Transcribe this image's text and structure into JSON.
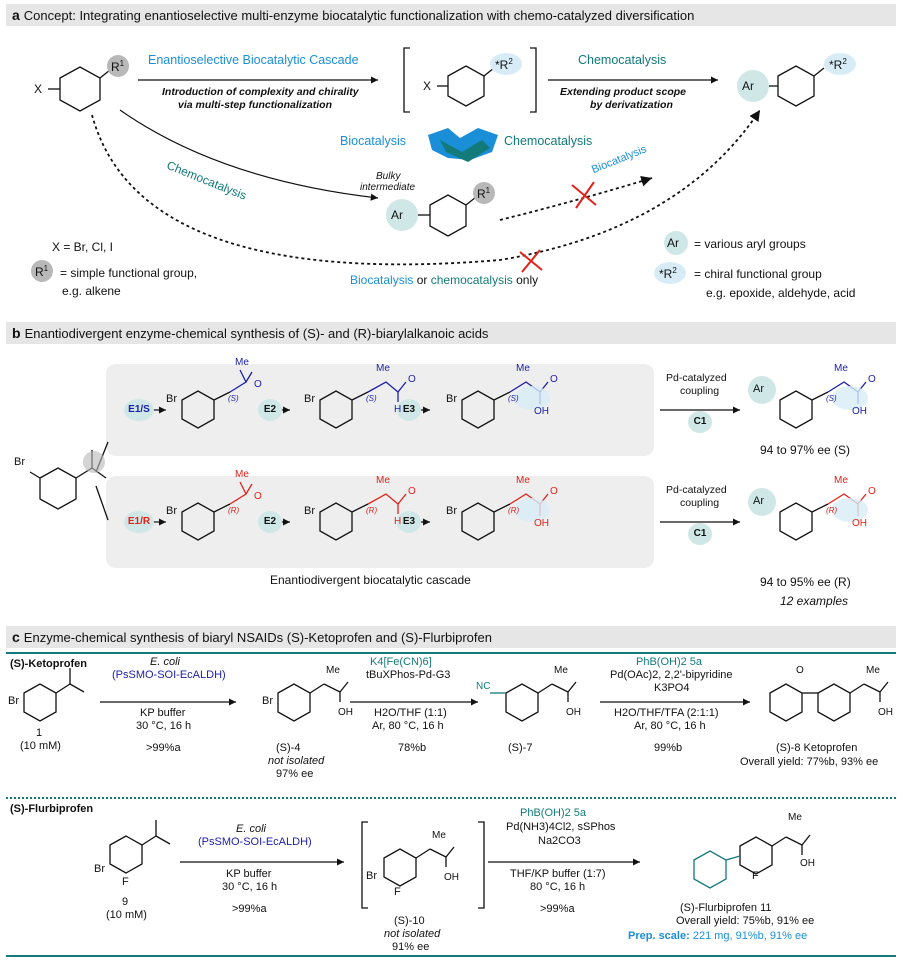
{
  "panel_a": {
    "label": "a",
    "title": "Concept: Integrating enantioselective multi-enzyme biocatalytic functionalization with chemo-catalyzed diversification",
    "cascade_title": "Enantioselective  Biocatalytic Cascade",
    "cascade_desc1": "Introduction of complexity and chirality",
    "cascade_desc2": "via multi-step functionalization",
    "chemocatalysis_top": "Chemocatalysis",
    "chemo_desc1": "Extending product scope",
    "chemo_desc2": "by derivatization",
    "biocatalysis_label": "Biocatalysis",
    "chemocatalysis_mid": "Chemocatalysis",
    "chemocatalysis_curve": "Chemocatalysis",
    "biocatalysis_crossed": "Biocatalysis",
    "bulky": "Bulky",
    "intermediate": "intermediate",
    "x_def": "X = Br, Cl, I",
    "r1_def": "= simple functional group,",
    "r1_eg": "e.g. alkene",
    "bio_or": "Biocatalysis",
    "or_word": "or",
    "chemo_only": "chemocatalysis",
    "only_word": "only",
    "ar_def": "= various aryl groups",
    "r2_def": "= chiral functional group",
    "r2_eg": "e.g. epoxide, aldehyde, acid",
    "X": "X",
    "R1": "R",
    "sup1": "1",
    "R2": "R",
    "sup2": "2",
    "Ar": "Ar",
    "star": "*"
  },
  "panel_b": {
    "label": "b",
    "title": "Enantiodivergent  enzyme-chemical synthesis of (S)- and (R)-biarylalkanoic acids",
    "e1s": "E1/S",
    "e1r": "E1/R",
    "e2": "E2",
    "e3": "E3",
    "c1": "C1",
    "pd_line1": "Pd-catalyzed",
    "pd_line2": "coupling",
    "ee_s": "94 to 97% ee (S)",
    "ee_r": "94 to 95% ee (R)",
    "examples": "12 examples",
    "cascade_caption": "Enantiodivergent biocatalytic cascade",
    "Me": "Me",
    "Br": "Br",
    "S": "(S)",
    "R": "(R)",
    "H": "H",
    "OH": "OH",
    "O": "O"
  },
  "panel_c": {
    "label": "c",
    "title": "Enzyme-chemical synthesis of biaryl NSAIDs (S)-Ketoprofen  and (S)-Flurbiprofen",
    "keto_header": "(S)-Ketoprofen",
    "flurbi_header": "(S)-Flurbiprofen",
    "ecoli": "E. coli",
    "enzyme": "(PsSMO-SOI-EcALDH)",
    "kp": "KP buffer",
    "cond": "30 °C, 16 h",
    "yield_a": ">99%a",
    "cmpd1": "1",
    "conc1": "(10 mM)",
    "cmpd4": "(S)-4",
    "not_isolated": "not isolated",
    "ee97": "97% ee",
    "cn_reagent": "K4[Fe(CN)6]",
    "cn_cat": "tBuXPhos-Pd-G3",
    "cn_solv": "H2O/THF (1:1)",
    "cn_cond": "Ar, 80 °C, 16 h",
    "cn_yield": "78%b",
    "cmpd7": "(S)-7",
    "phb": "PhB(OH)2 5a",
    "pd_cat1": "Pd(OAc)2, 2,2'-bipyridine",
    "base1": "K3PO4",
    "solv1": "H2O/THF/TFA (2:1:1)",
    "cond1": "Ar, 80 °C, 16 h",
    "yield_99b": "99%b",
    "keto_name": "(S)-8 Ketoprofen",
    "keto_overall": "Overall yield: 77%b, 93% ee",
    "cmpd9": "9",
    "conc9": "(10 mM)",
    "cmpd10": "(S)-10",
    "ee91": "91% ee",
    "pd_cat2": "Pd(NH3)4Cl2, sSPhos",
    "base2": "Na2CO3",
    "solv2": "THF/KP buffer (1:7)",
    "cond2": "80 °C, 16 h",
    "flurbi_name": "(S)-Flurbiprofen 11",
    "flurbi_overall": "Overall yield: 75%b, 91% ee",
    "prep_label": "Prep. scale:",
    "prep_value": "221 mg, 91%b, 91% ee",
    "NC": "NC",
    "F": "F"
  },
  "colors": {
    "teal": "#137a7a",
    "blue": "#1a8fd8",
    "red": "#e0231b",
    "navy": "#1b1fa8",
    "circle": "#cfe7e6",
    "grey": "#cccccc"
  }
}
